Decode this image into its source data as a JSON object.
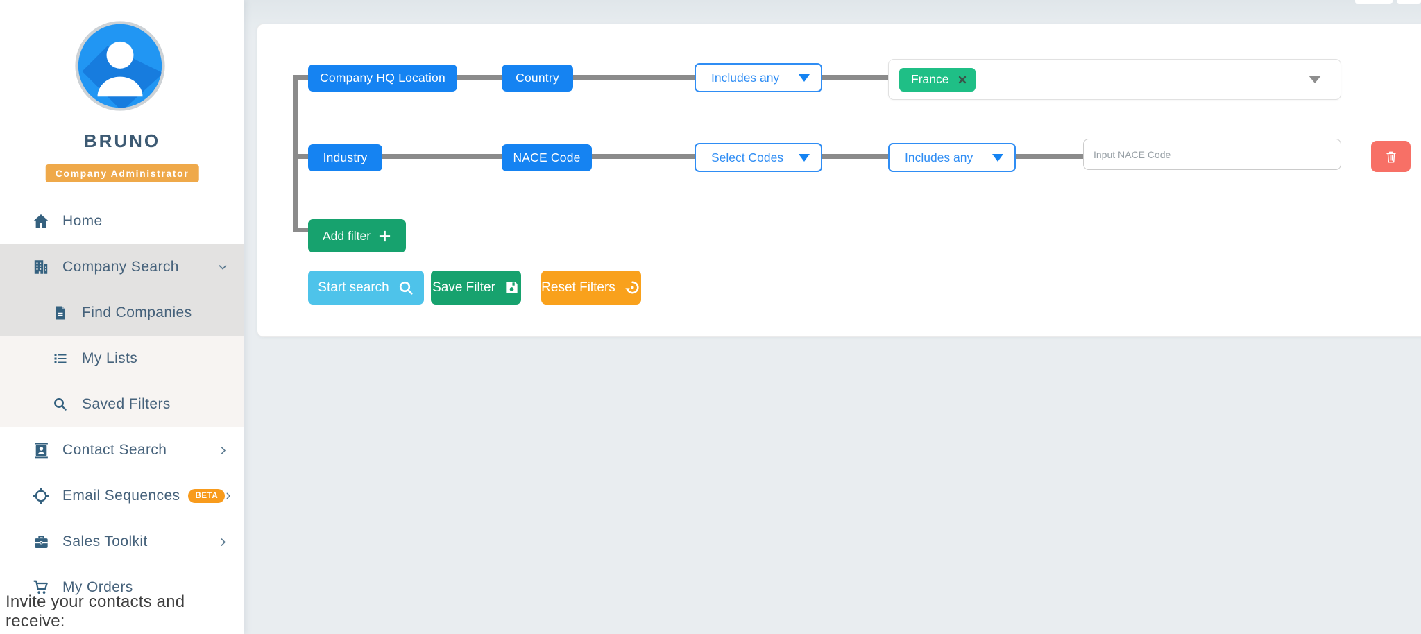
{
  "sidebar": {
    "user": {
      "name": "BRUNO",
      "role": "Company Administrator"
    },
    "items": [
      {
        "label": "Home",
        "icon": "home-icon"
      },
      {
        "label": "Company Search",
        "icon": "building-icon",
        "state": "expanded",
        "active": true
      },
      {
        "label": "Find Companies",
        "icon": "document-icon",
        "active": true
      },
      {
        "label": "My Lists",
        "icon": "list-icon"
      },
      {
        "label": "Saved Filters",
        "icon": "search-icon"
      },
      {
        "label": "Contact Search",
        "icon": "contact-card-icon"
      },
      {
        "label": "Email Sequences",
        "icon": "crosshair-icon",
        "badge": "BETA"
      },
      {
        "label": "Sales Toolkit",
        "icon": "briefcase-icon"
      },
      {
        "label": "My Orders",
        "icon": "cart-icon"
      }
    ],
    "invite_text": "Invite your contacts and receive:"
  },
  "filter_builder": {
    "rows": [
      {
        "category": "Company HQ Location",
        "field": "Country",
        "operator": "Includes any",
        "values": [
          "France"
        ]
      },
      {
        "category": "Industry",
        "field": "NACE Code",
        "codes": "Select Codes",
        "operator": "Includes any",
        "input_placeholder": "Input NACE Code"
      }
    ],
    "add_filter": "Add filter",
    "actions": {
      "start": "Start search",
      "save": "Save Filter",
      "reset": "Reset Filters"
    }
  },
  "colors": {
    "accent_blue": "#1583f2",
    "green": "#17a26e",
    "tag_green": "#1fbf86",
    "sky_blue": "#4ec3ea",
    "orange": "#f9a11c",
    "delete_red": "#f77066",
    "role_badge_orange": "#efa94a",
    "beta_orange": "#f89b1c",
    "connector_gray": "#8b8b8b"
  }
}
